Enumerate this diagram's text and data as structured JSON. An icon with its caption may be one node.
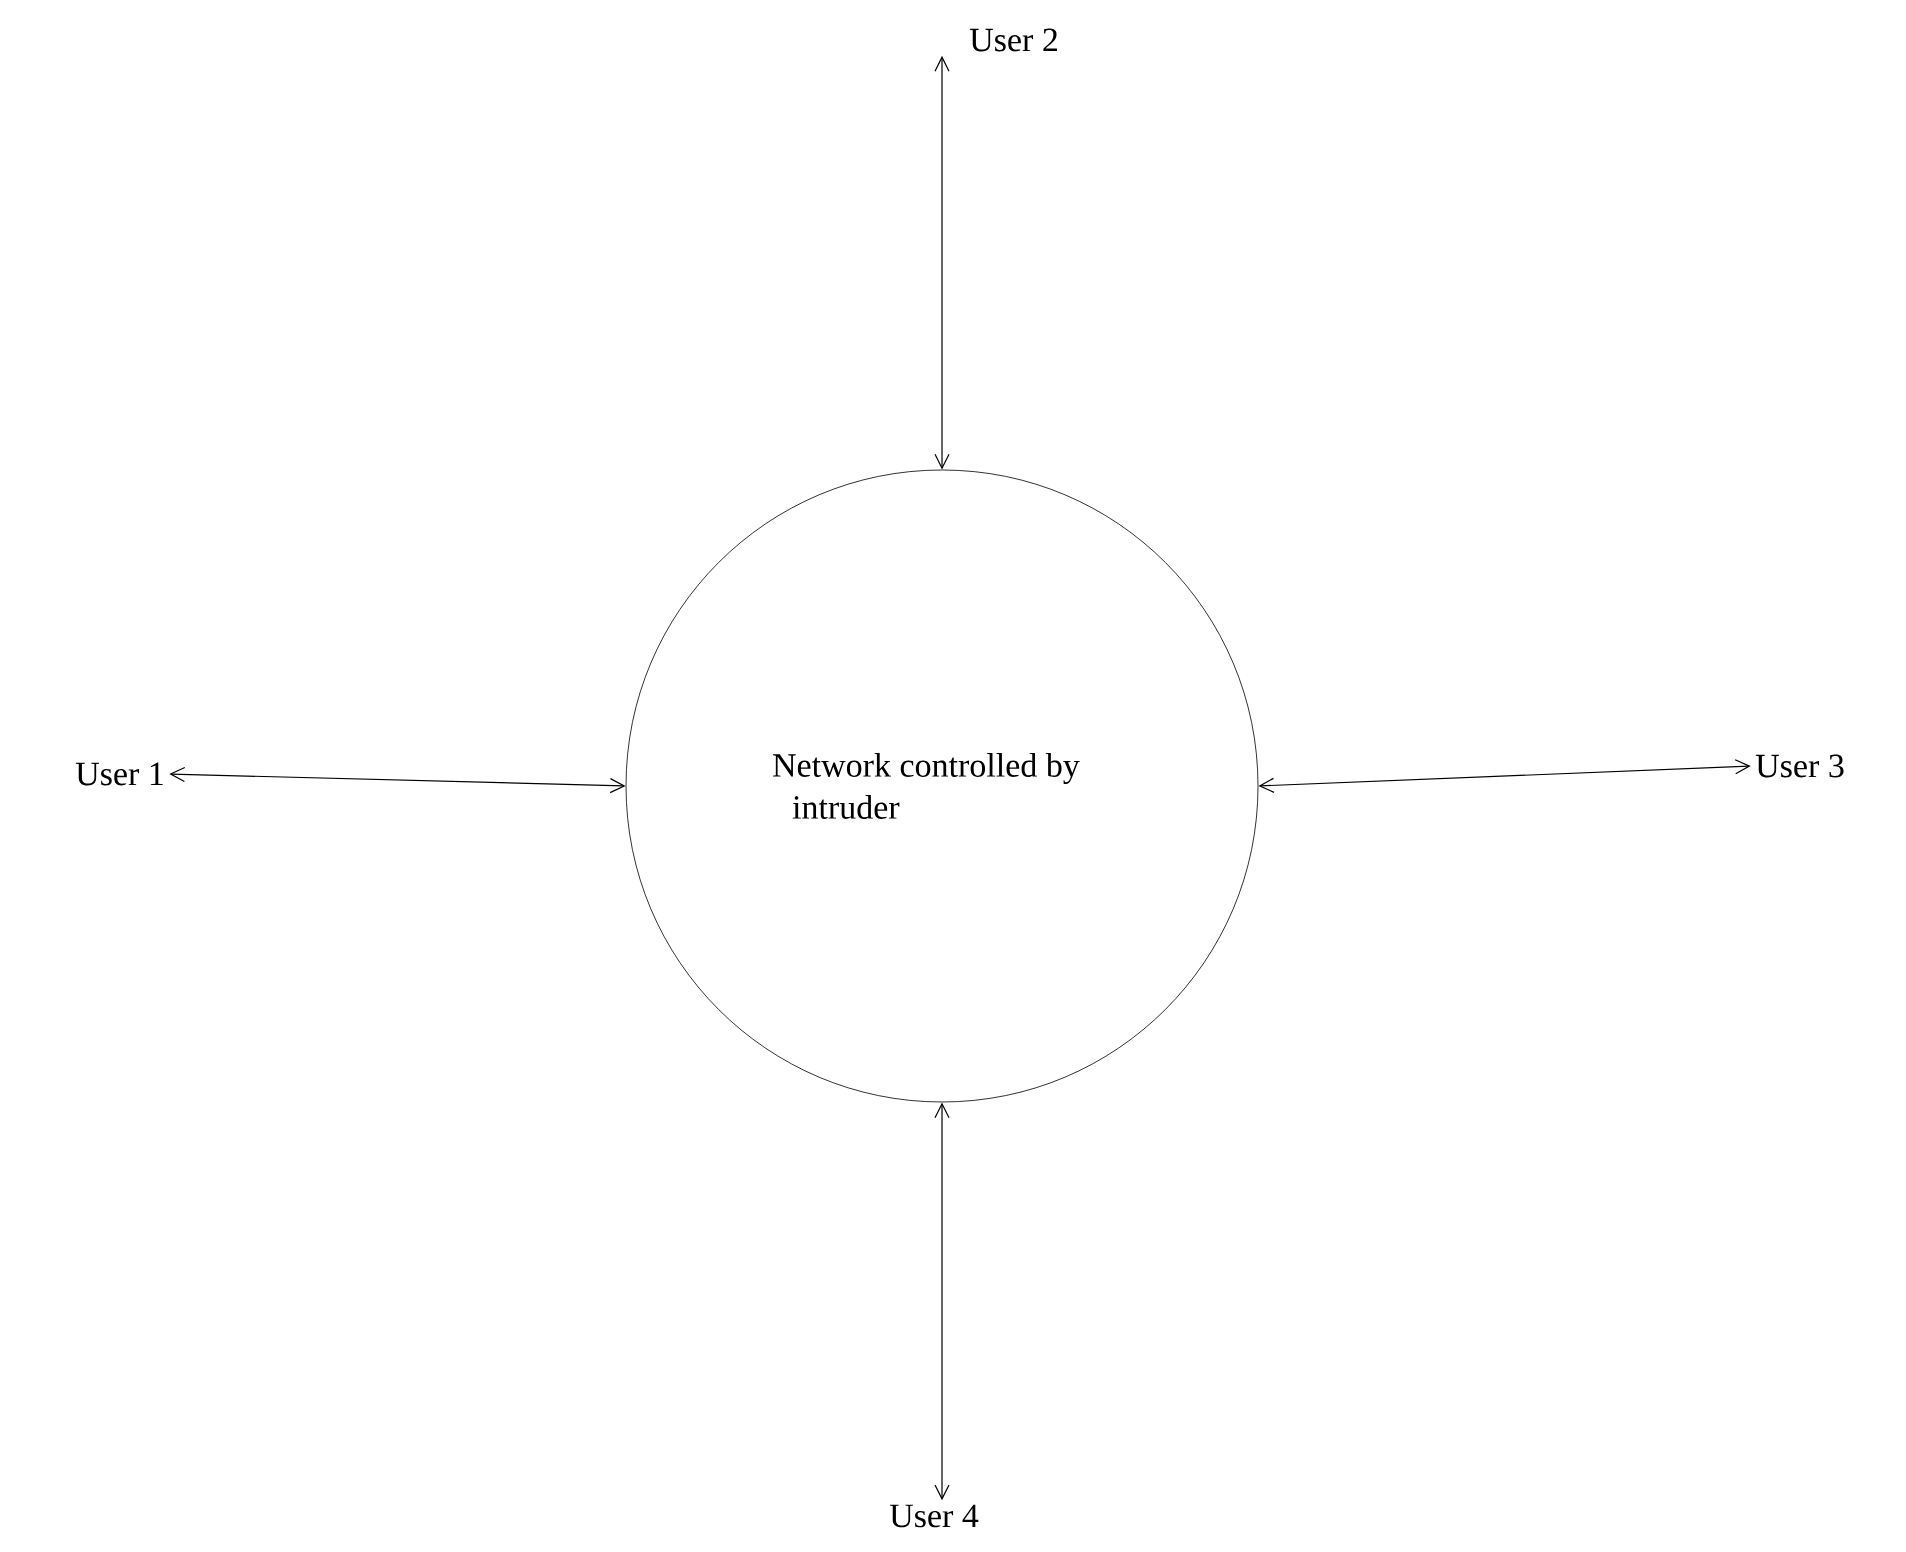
{
  "diagram": {
    "nodes": [
      {
        "text": [
          "User 2"
        ]
      },
      {
        "text": [
          "User 1"
        ]
      },
      {
        "text": [
          "Network controlled by intruder"
        ]
      },
      {
        "text": [
          "User 3"
        ]
      },
      {
        "text": [
          "User 4"
        ]
      }
    ],
    "edges": [
      {
        "from": 0,
        "to": 2,
        "arrow": "both"
      },
      {
        "from": 1,
        "to": 2,
        "arrow": "both"
      },
      {
        "from": 3,
        "to": 2,
        "arrow": "both"
      },
      {
        "from": 4,
        "to": 2,
        "arrow": "both"
      }
    ]
  }
}
